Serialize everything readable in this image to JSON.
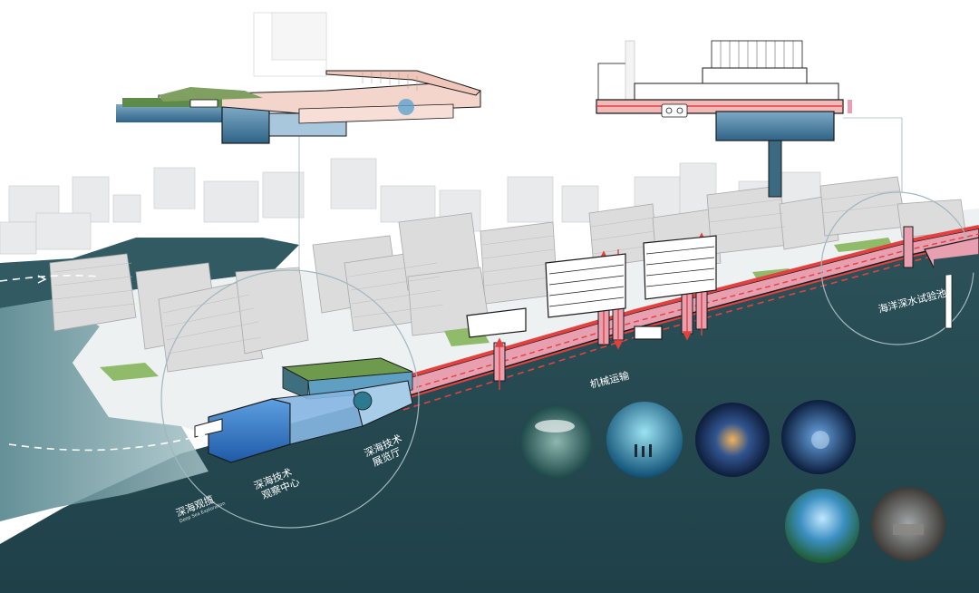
{
  "labels": {
    "deep_sea_exploration": "深海观揽",
    "deep_sea_tech_center": "深海技术\n观察中心",
    "deep_sea_tech_hall": "深海技术\n展览厅",
    "mechanical_transport": "机械运输",
    "ocean_test_pool": "海洋深水试验池"
  },
  "colors": {
    "sea": "#25474f",
    "sea_light": "#5d8a93",
    "channel_red": "#e2413f",
    "channel_pink": "#e8a0b0",
    "glass_blue": "#2f6fc2",
    "roof_green": "#6d9a4c",
    "building_gray": "#d9d9d9"
  },
  "icons": {
    "photo_1": "submarine-photo",
    "photo_2": "aquarium-tunnel-photo",
    "photo_3": "glowing-sphere-photo",
    "photo_4": "diver-display-photo",
    "photo_5": "glass-dome-photo",
    "photo_6": "lab-equipment-photo"
  }
}
